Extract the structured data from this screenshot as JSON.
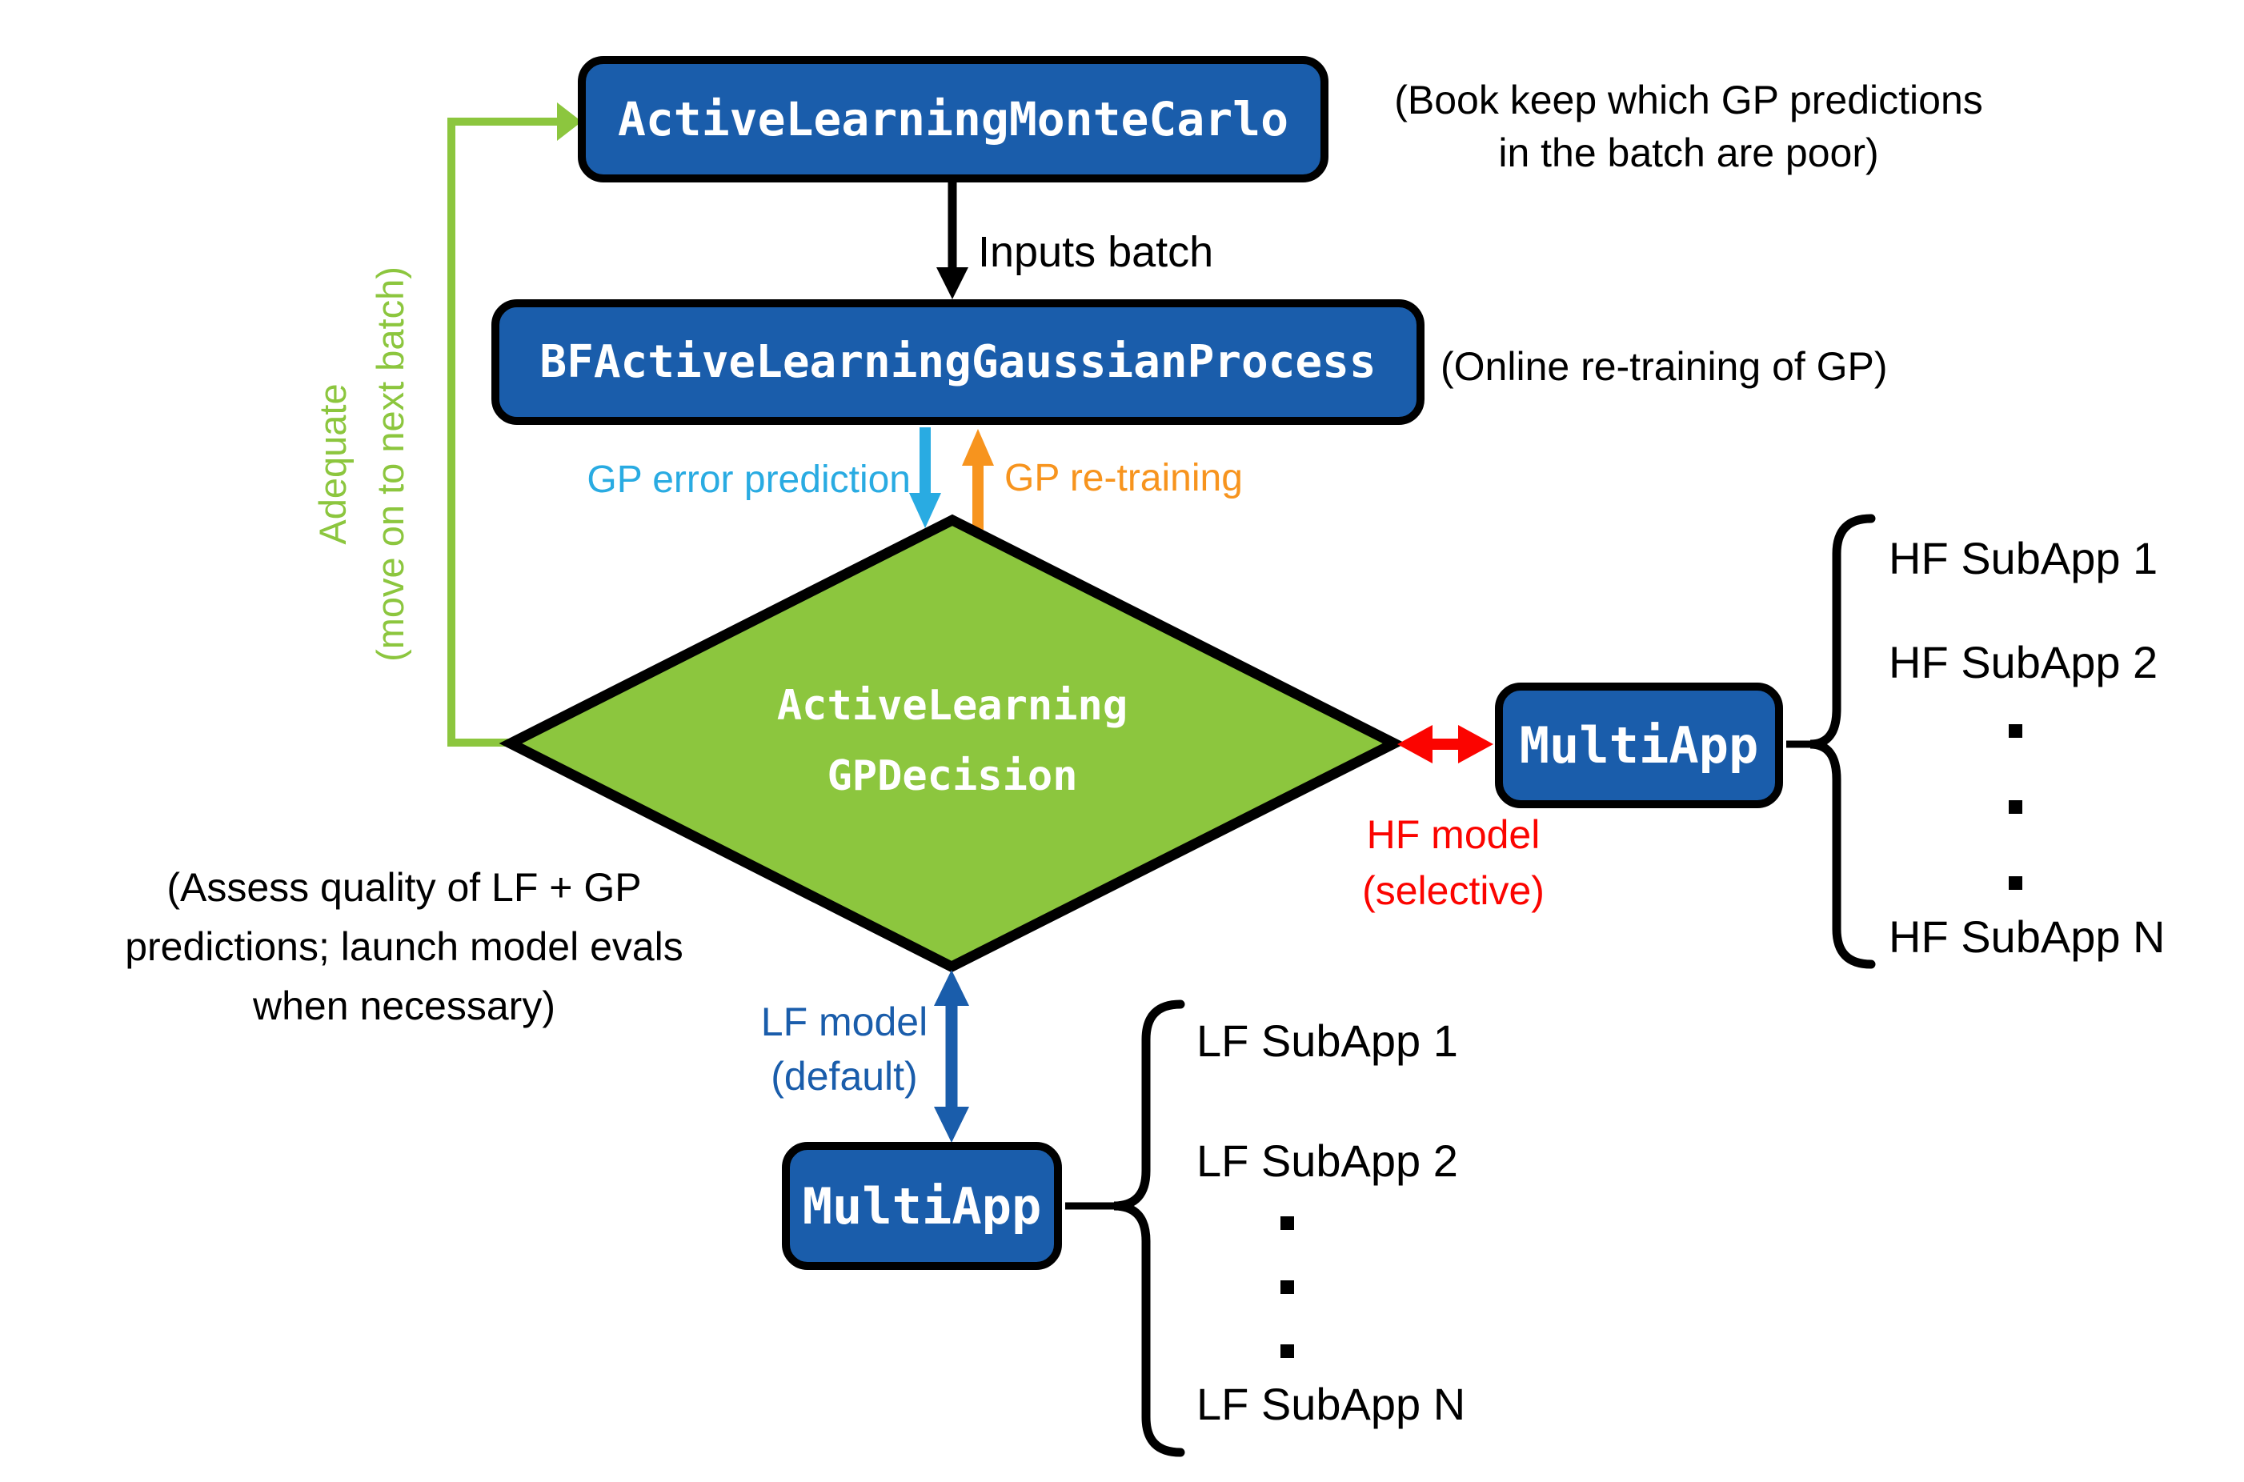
{
  "colors": {
    "box_blue": "#1a5dab",
    "green": "#8cc63e",
    "light_blue": "#29abe2",
    "orange": "#f7941e",
    "red": "#fb0400",
    "black": "#000000"
  },
  "nodes": {
    "monte_carlo": {
      "label": "ActiveLearningMonteCarlo"
    },
    "gaussian_process": {
      "label": "BFActiveLearningGaussianProcess"
    },
    "decision": {
      "line1": "ActiveLearning",
      "line2": "GPDecision"
    },
    "hf_multiapp": {
      "label": "MultiApp"
    },
    "lf_multiapp": {
      "label": "MultiApp"
    }
  },
  "annotations": {
    "monte_carlo_note": {
      "line1": "(Book keep which GP predictions",
      "line2": "in the batch are poor)"
    },
    "gaussian_note": "(Online re-training of GP)",
    "decision_note": {
      "line1": "(Assess quality of LF + GP",
      "line2": "predictions; launch model evals",
      "line3": "when necessary)"
    }
  },
  "edges": {
    "inputs_batch": "Inputs batch",
    "gp_error_prediction": "GP error prediction",
    "gp_retraining": "GP re-training",
    "adequate": {
      "line1": "Adequate",
      "line2": "(move on to next batch)"
    },
    "hf_model": {
      "line1": "HF model",
      "line2": "(selective)"
    },
    "lf_model": {
      "line1": "LF model",
      "line2": "(default)"
    }
  },
  "hf_subapps": {
    "items": [
      "HF SubApp 1",
      "HF SubApp 2",
      "HF SubApp N"
    ]
  },
  "lf_subapps": {
    "items": [
      "LF SubApp 1",
      "LF SubApp 2",
      "LF SubApp N"
    ]
  }
}
